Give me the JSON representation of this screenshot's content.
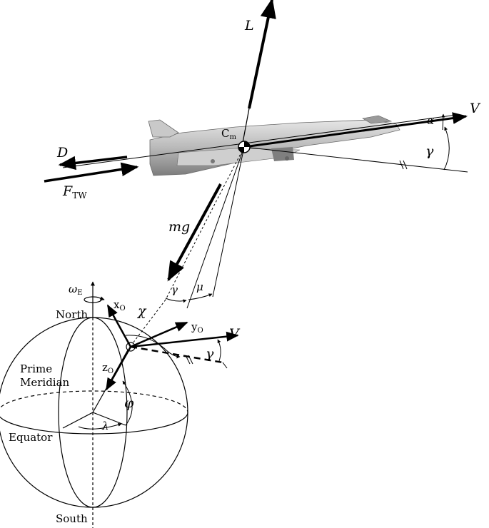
{
  "forces": {
    "lift": "L",
    "drag": "D",
    "thrust_main": "F",
    "thrust_sub": "TW",
    "weight": "mg",
    "velocity": "V",
    "velocity_globe": "V"
  },
  "aircraft": {
    "cm_main": "C",
    "cm_sub": "m"
  },
  "angles": {
    "alpha": "α",
    "gamma": "γ",
    "mu": "μ",
    "chi": "χ",
    "phi": "φ",
    "lambda": "λ",
    "omega_main": "ω",
    "omega_sub": "E"
  },
  "axes": {
    "x_main": "x",
    "x_sub": "O",
    "y_main": "y",
    "y_sub": "O",
    "z_main": "z",
    "z_sub": "O"
  },
  "globe": {
    "north": "North",
    "south": "South",
    "equator": "Equator",
    "prime_line1": "Prime",
    "prime_line2": "Meridian"
  },
  "colors": {
    "ink": "#000000",
    "aircraft_body": "#b8b8b8",
    "aircraft_shade": "#8a8a8a"
  }
}
